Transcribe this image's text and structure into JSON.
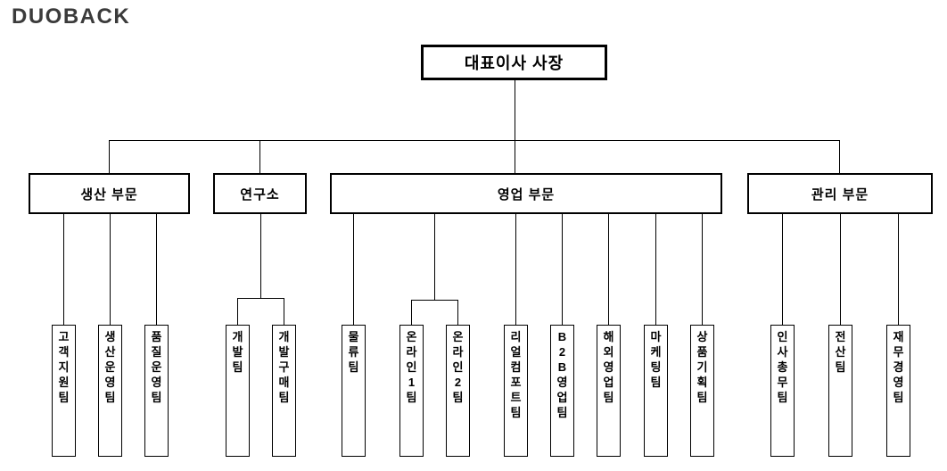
{
  "logo": "DUOBACK",
  "root": {
    "label": "대표이사 사장"
  },
  "divisions": [
    {
      "label": "생산 부문",
      "teams": [
        "고객지원팀",
        "생산운영팀",
        "품질운영팀"
      ]
    },
    {
      "label": "연구소",
      "teams": [
        "개발팀",
        "개발구매팀"
      ]
    },
    {
      "label": "영업 부문",
      "teams": [
        "물류팀",
        "온라인1팀",
        "온라인2팀",
        "리얼컴포트팀",
        "B2B영업팀",
        "해외영업팀",
        "마케팅팀",
        "상품기획팀"
      ]
    },
    {
      "label": "관리 부문",
      "teams": [
        "인사총무팀",
        "전산팀",
        "재무경영팀"
      ]
    }
  ],
  "colors": {
    "background": "#ffffff",
    "line": "#000000",
    "box_border": "#000000",
    "text": "#000000",
    "logo": "#3b3b3b"
  }
}
